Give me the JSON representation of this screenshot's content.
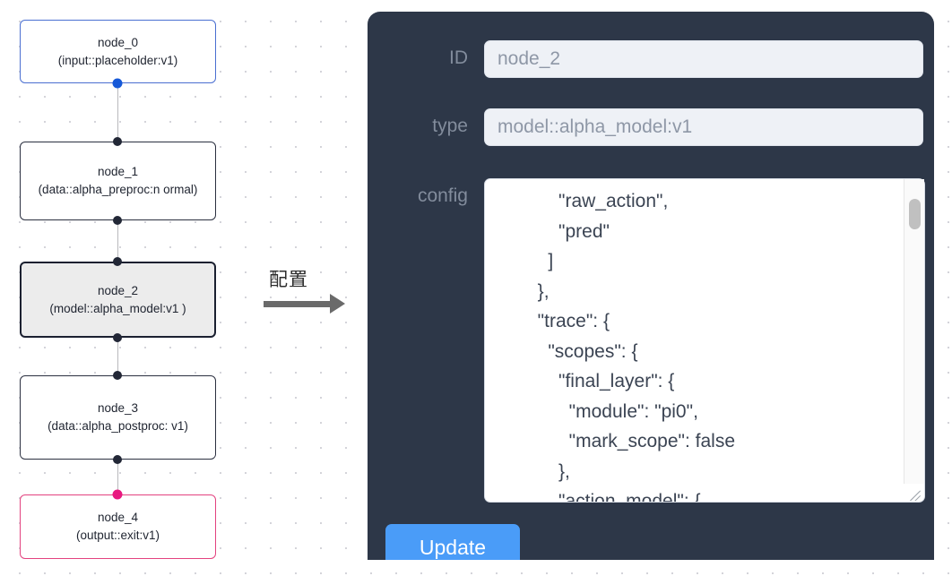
{
  "graph": {
    "nodes": [
      {
        "id": "node_0",
        "type": "(input::placeholder:v1)",
        "style": "input"
      },
      {
        "id": "node_1",
        "type": "(data::alpha_preproc:n\normal)",
        "style": "default"
      },
      {
        "id": "node_2",
        "type": "(model::alpha_model:v1\n)",
        "style": "selected"
      },
      {
        "id": "node_3",
        "type": "(data::alpha_postproc:\nv1)",
        "style": "default"
      },
      {
        "id": "node_4",
        "type": "(output::exit:v1)",
        "style": "output"
      }
    ]
  },
  "annotation": {
    "caption": "配置",
    "arrow": "arrow-right-icon"
  },
  "panel": {
    "fields": {
      "id": {
        "label": "ID",
        "value": "node_2"
      },
      "type": {
        "label": "type",
        "value": "model::alpha_model:v1"
      },
      "config": {
        "label": "config",
        "value": "            \"raw_action\",\n            \"pred\"\n          ]\n        },\n        \"trace\": {\n          \"scopes\": {\n            \"final_layer\": {\n              \"module\": \"pi0\",\n              \"mark_scope\": false\n            },\n            \"action_model\": {"
      }
    },
    "update_button": "Update"
  },
  "colors": {
    "panel_bg": "#2d3748",
    "accent_button": "#4a9cf8",
    "node_input_border": "#4a6fd1",
    "node_output_border": "#e3427f",
    "node_selected_fill": "#ececec",
    "port_input": "#1659d8",
    "port_output": "#e8187f"
  }
}
